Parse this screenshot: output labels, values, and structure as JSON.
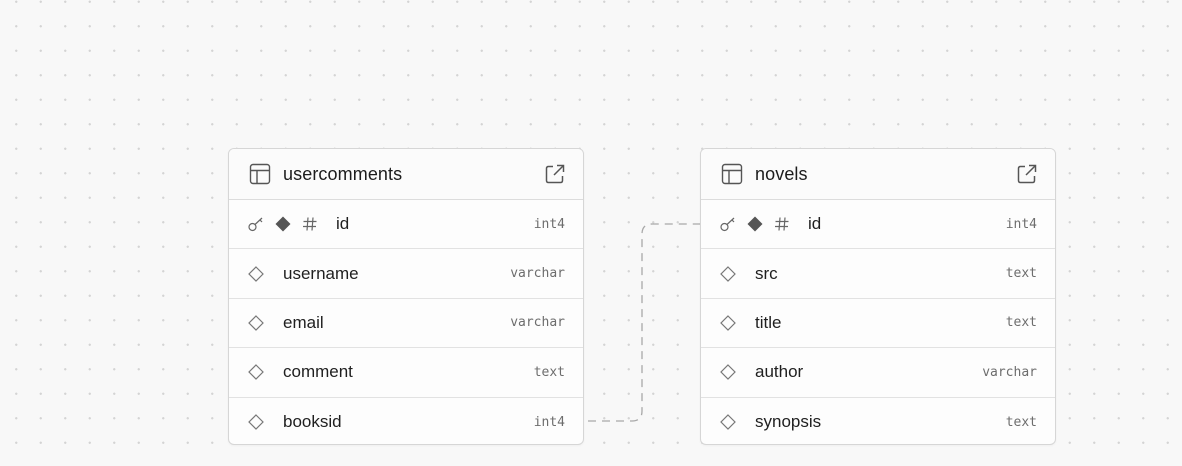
{
  "tables": [
    {
      "name": "usercomments",
      "columns": [
        {
          "name": "id",
          "type": "int4",
          "primary_key": true
        },
        {
          "name": "username",
          "type": "varchar",
          "primary_key": false
        },
        {
          "name": "email",
          "type": "varchar",
          "primary_key": false
        },
        {
          "name": "comment",
          "type": "text",
          "primary_key": false
        },
        {
          "name": "booksid",
          "type": "int4",
          "primary_key": false
        }
      ]
    },
    {
      "name": "novels",
      "columns": [
        {
          "name": "id",
          "type": "int4",
          "primary_key": true
        },
        {
          "name": "src",
          "type": "text",
          "primary_key": false
        },
        {
          "name": "title",
          "type": "text",
          "primary_key": false
        },
        {
          "name": "author",
          "type": "varchar",
          "primary_key": false
        },
        {
          "name": "synopsis",
          "type": "text",
          "primary_key": false
        }
      ]
    }
  ],
  "relations": [
    {
      "from_table": "usercomments",
      "from_column": "booksid",
      "to_table": "novels",
      "to_column": "id"
    }
  ],
  "icons": {
    "table": "table-icon",
    "open": "external-link-icon",
    "primary_key": "key-icon",
    "not_null": "filled-diamond-icon",
    "identity": "hash-icon",
    "nullable": "hollow-diamond-icon"
  },
  "colors": {
    "canvas": "#f8f8f8",
    "card": "#fdfdfd",
    "border": "#d6d6d6",
    "relation_line": "#a8a8a8"
  }
}
